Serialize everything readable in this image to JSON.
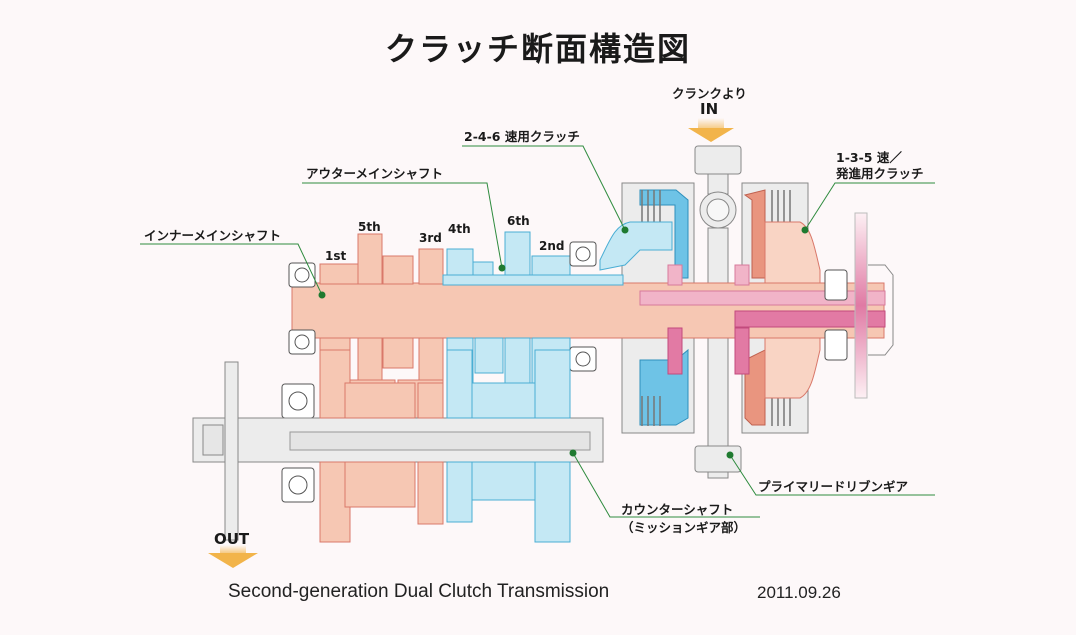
{
  "title": "クラッチ断面構造図",
  "input": {
    "source_label": "クランクより",
    "arrow_label": "IN"
  },
  "output": {
    "arrow_label": "OUT"
  },
  "callouts": {
    "clutch_246": "2-4-6 速用クラッチ",
    "outer_main_shaft": "アウターメインシャフト",
    "inner_main_shaft": "インナーメインシャフト",
    "clutch_135_line1": "1-3-5 速／",
    "clutch_135_line2": "発進用クラッチ",
    "primary_gear": "プライマリードリブンギア",
    "counter_shaft_line1": "カウンターシャフト",
    "counter_shaft_line2": "（ミッションギア部）"
  },
  "gears": {
    "first": "1st",
    "fifth": "5th",
    "third": "3rd",
    "fourth": "4th",
    "sixth": "6th",
    "second": "2nd"
  },
  "footer": {
    "caption": "Second-generation Dual Clutch Transmission",
    "date": "2011.09.26"
  },
  "colors": {
    "background": "#fdf8f9",
    "odd_gear_fill": "#f6c7b3",
    "odd_gear_stroke": "#d9786a",
    "even_gear_fill": "#c4e8f4",
    "even_gear_stroke": "#4aaed4",
    "housing_fill": "#ececec",
    "housing_stroke": "#888888",
    "pink_shaft": "#e9a3c0",
    "magenta_shaft": "#d9538a",
    "callout_line": "#2e8b3e",
    "arrow": "#f2b44a"
  }
}
